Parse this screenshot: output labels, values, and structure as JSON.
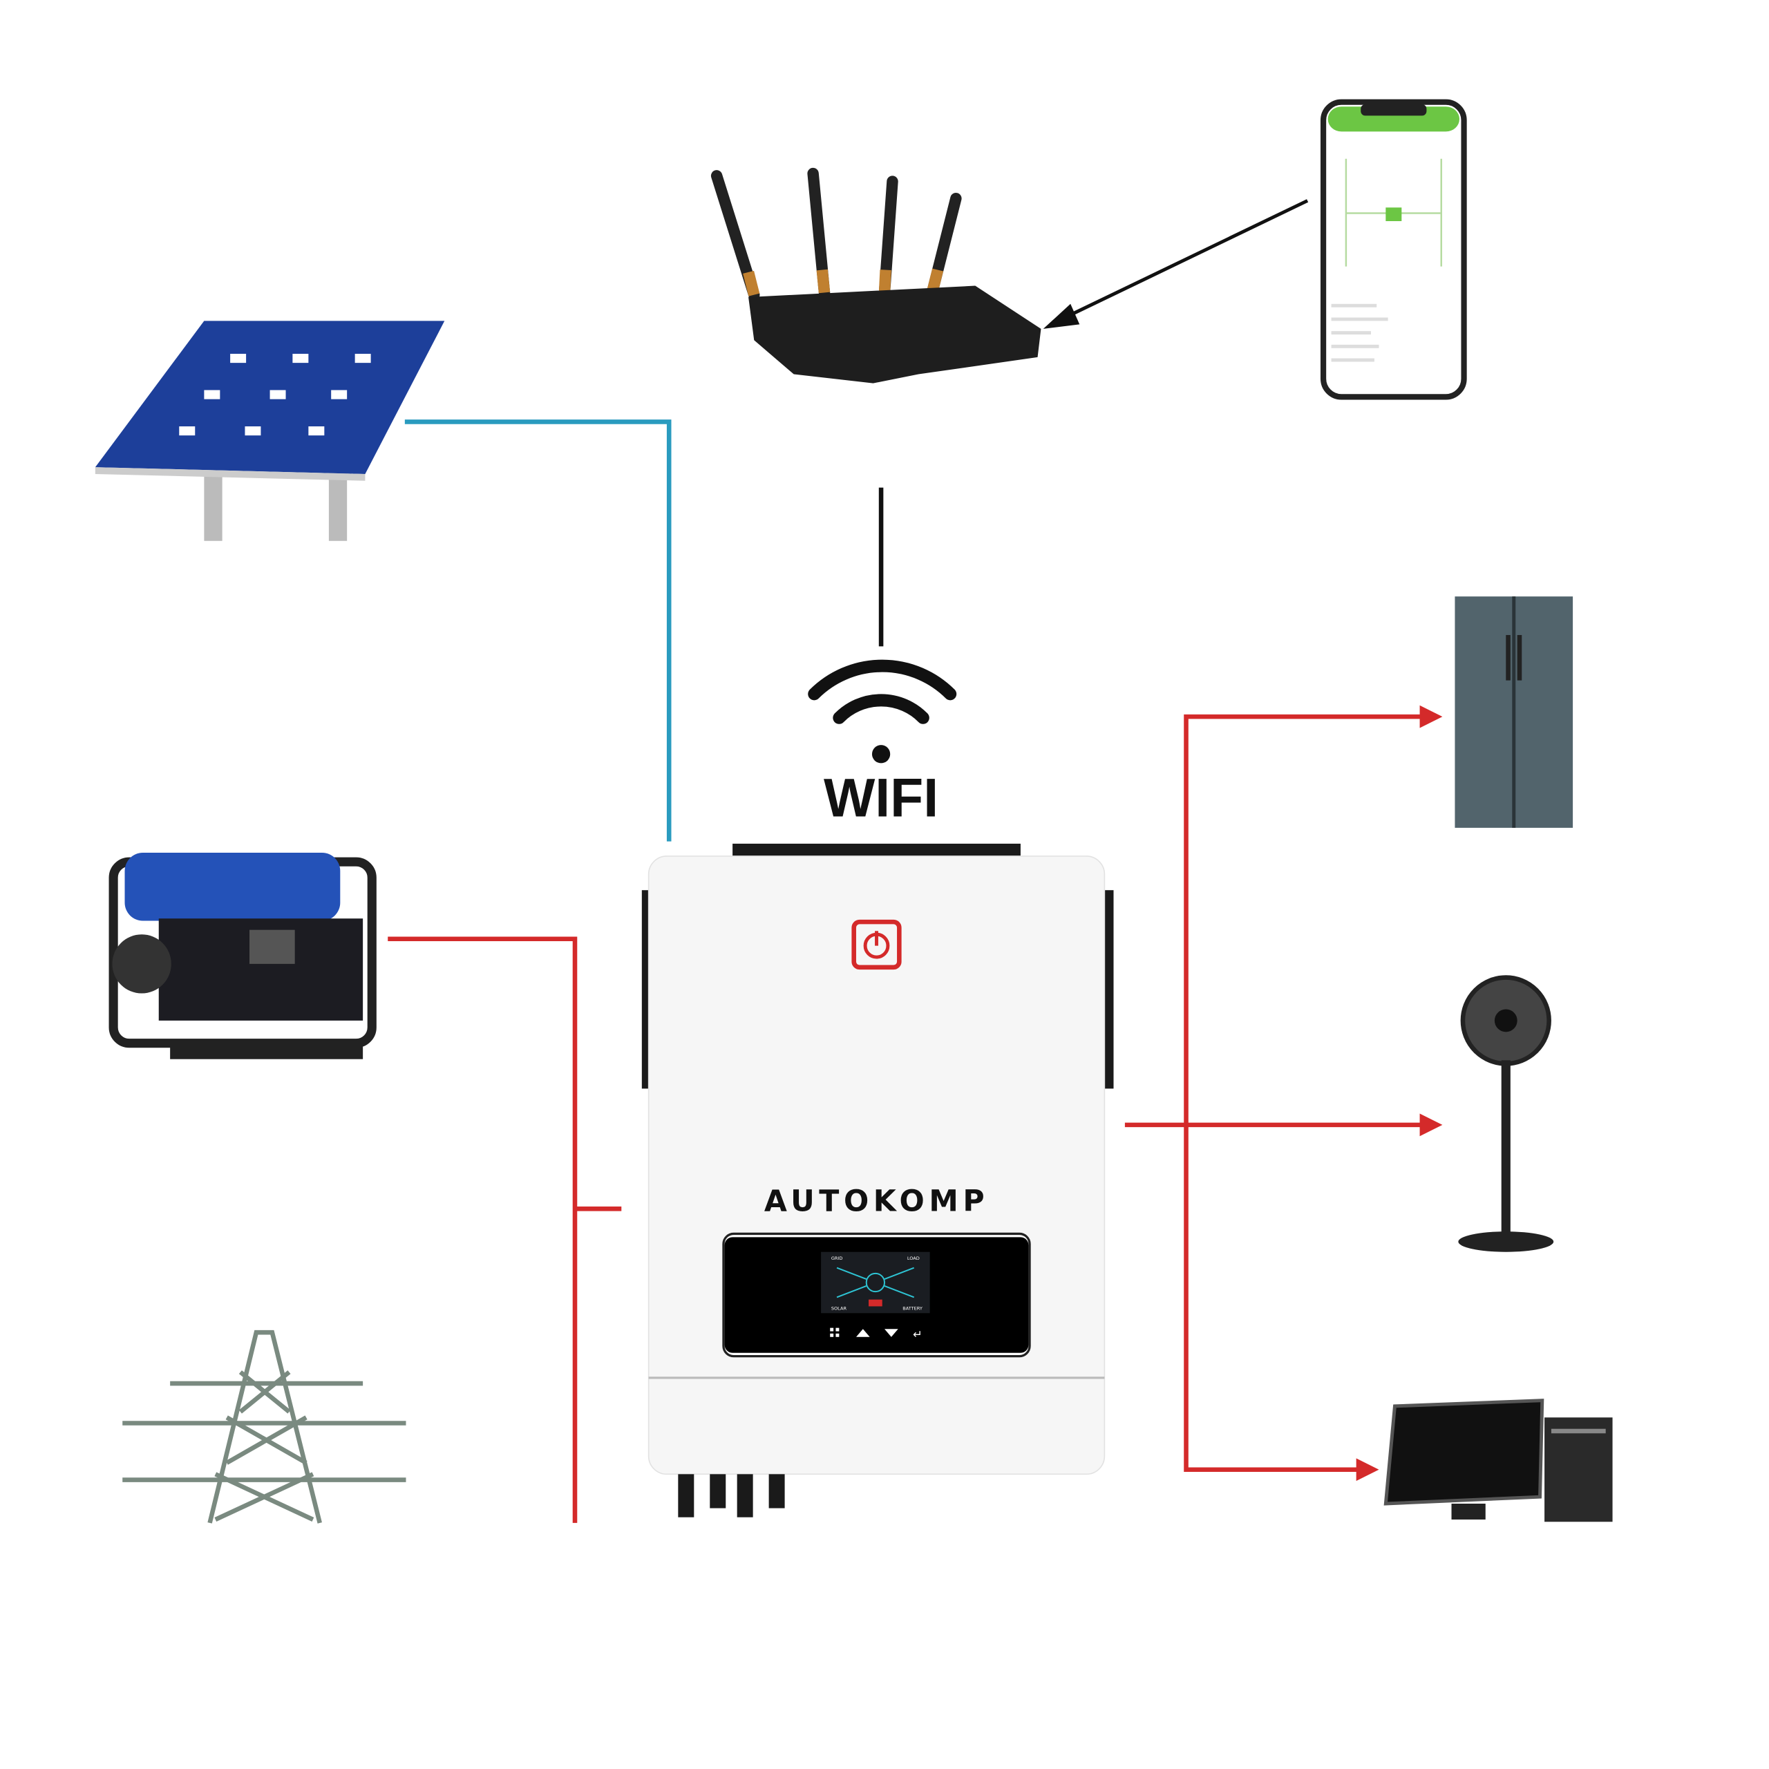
{
  "diagram": {
    "title": "Hybrid inverter connection diagram",
    "wifi_label": "WIFI",
    "brand": "AUTOKOMP",
    "display_labels": [
      "GRID",
      "LOAD",
      "SOLAR",
      "BATTERY"
    ],
    "sources": [
      "solar-panel",
      "generator",
      "power-grid"
    ],
    "loads": [
      "refrigerator",
      "fan",
      "computer"
    ],
    "network": [
      "router",
      "smartphone-app"
    ],
    "colors": {
      "solar_line": "#2a9bbf",
      "ac_line": "#d42a2a",
      "data_line": "#111111",
      "panel": "#1d3f9a",
      "app_green": "#6cc644",
      "logo_red": "#d42a2a"
    }
  }
}
